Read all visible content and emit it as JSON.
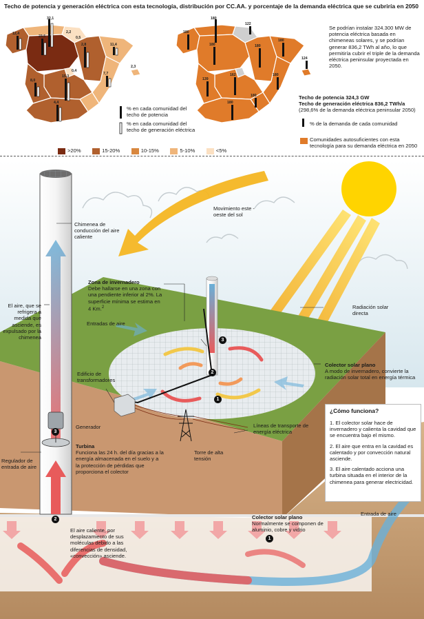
{
  "title": "Techo de potencia y generación eléctrica con esta tecnología, distribución por CC.AA. y porcentaje de la demanda eléctrica que se cubriría en 2050",
  "map1": {
    "legend_power": "% en cada comunidad del techo de potencia",
    "legend_generation": "% en cada comunidad del techo de generación eléctrica",
    "scale": [
      {
        "label": ">20%",
        "color": "#7a2b12"
      },
      {
        "label": "15-20%",
        "color": "#b0602e"
      },
      {
        "label": "10-15%",
        "color": "#d8873f"
      },
      {
        "label": "5-10%",
        "color": "#efb57a"
      },
      {
        "label": "<5%",
        "color": "#fbe0c2"
      }
    ],
    "bar_labels": [
      "32,1",
      "12,4",
      "23,5",
      "2,2",
      "0,5",
      "2,8",
      "11,4",
      "8,0",
      "15,3",
      "0,4",
      "7,7",
      "4,4",
      "2,3"
    ]
  },
  "map2": {
    "summary": "Se podrían instalar 324.300 MW de potencia eléctrica basada en chimeneas solares, y se podrían generar 836,2 TWh al año, lo que permitiría cubrir el triple de la demanda eléctrica peninsular proyectada en 2050.",
    "power_ceiling": "Techo de potencia 324,3 GW",
    "generation_ceiling": "Techo de generación eléctrica 836,2 TWh/a",
    "generation_note": "(298,6% de la demanda eléctrica peninsular 2050)",
    "legend_demand": "% de la demanda de cada comunidad",
    "legend_selfsufficient": "Comunidades autosuficientes con esta tecnología para su demanda eléctrica en 2050",
    "bar_labels": [
      "180",
      "180",
      "180",
      "180",
      "180",
      "139",
      "162",
      "122",
      "180",
      "124",
      "180",
      "180"
    ]
  },
  "diagram": {
    "chimney": "Chimenea de conducción del aire caliente",
    "air_cooled": "El aire, que se refrigera a medida que asciende, es expulsado por la chimenea",
    "sun_movement": "Movimiento este - oeste del sol",
    "radiation": "Radiación solar directa",
    "greenhouse_title": "Zona de invernadero",
    "greenhouse_text": "Debe hallarse en una zona con una pendiente inferior al 2%. La superficie mínima se estima en 4 Km.",
    "greenhouse_sup": "2",
    "air_inlets": "Entradas de aire",
    "collector_title": "Colector solar plano",
    "collector_text": "A modo de invernadero, convierte la radiación solar total en energía térmica",
    "transformers": "Edificio de transformadores",
    "generator": "Generador",
    "turbine_title": "Turbina",
    "turbine_text": "Funciona las 24 h. del día gracias a la energía almacenada en el suelo y a la protección de pérdidas que proporciona el colector",
    "regulator": "Regulador de entrada de aire",
    "transport_lines": "Líneas de transporte de energía eléctrica",
    "tower": "Torre de alta tensión",
    "collector2_title": "Colector solar plano",
    "collector2_text": "Normalmente se componen de aluminio, cobre y vidrio",
    "air_inlet": "Entrada de aire",
    "convection": "El aire caliente, por desplazamiento de sus moléculas debido a las diferencias de densidad, «convección» asciende."
  },
  "howto": {
    "title": "¿Cómo funciona?",
    "step1": "1. El colector solar hace de invernadero y calienta la cavidad que se encuentra bajo el mismo.",
    "step2": "2. El aire que entra en la cavidad es calentado y por convección natural asciende.",
    "step3": "3. El aire calentado acciona una turbina situada en el interior de la chimenea para generar electricidad."
  },
  "markers": [
    "1",
    "2",
    "3"
  ],
  "colors": {
    "self_sufficient": "#e07b2a",
    "ground": "#7aa043",
    "earth": "#c9a27a",
    "sky": "#d9e8ee",
    "sun": "#ffd400",
    "warm_arrow": "#e85b5b",
    "cool_arrow": "#6ab0d8"
  }
}
